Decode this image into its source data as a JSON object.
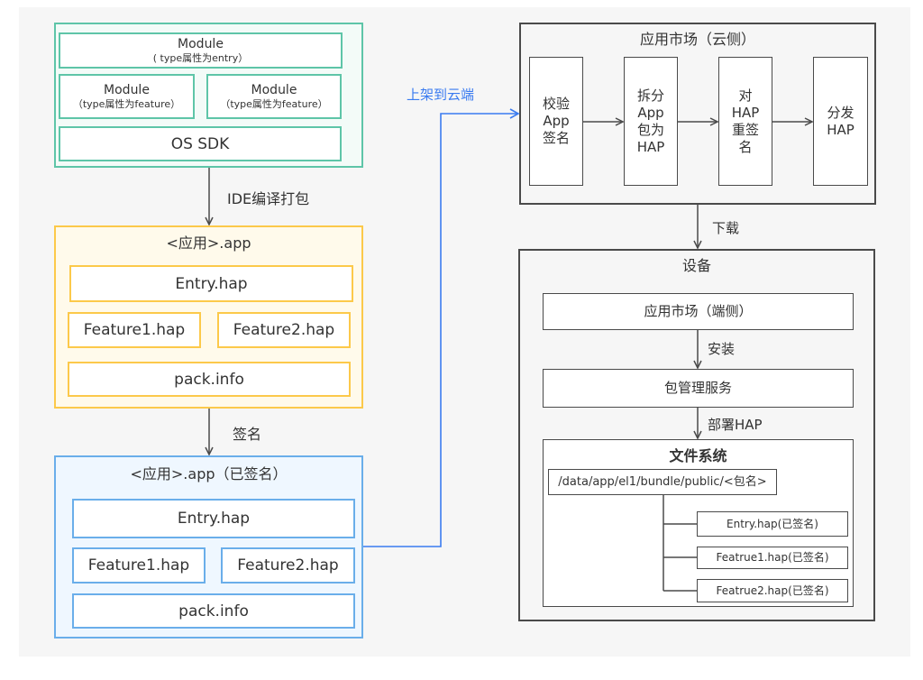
{
  "colors": {
    "green": "#5ec5a8",
    "yellow": "#fcc94a",
    "blue": "#6aaeea",
    "dark": "#4a4a4a",
    "accent": "#3a7bf0",
    "text": "#333333"
  },
  "source_project": {
    "entry_module": {
      "title": "Module",
      "subtitle": "( type属性为entry）"
    },
    "feature_modules": [
      {
        "title": "Module",
        "subtitle": "（type属性为feature）"
      },
      {
        "title": "Module",
        "subtitle": "（type属性为feature）"
      }
    ],
    "sdk": "OS SDK"
  },
  "steps": {
    "compile": "IDE编译打包",
    "sign": "签名",
    "publish": "上架到云端",
    "download": "下载",
    "install": "安装",
    "deploy": "部署HAP"
  },
  "app_package": {
    "title": "<应用>.app",
    "entry": "Entry.hap",
    "feature1": "Feature1.hap",
    "feature2": "Feature2.hap",
    "pack_info": "pack.info"
  },
  "signed_package": {
    "title": "<应用>.app（已签名）",
    "entry": "Entry.hap",
    "feature1": "Feature1.hap",
    "feature2": "Feature2.hap",
    "pack_info": "pack.info"
  },
  "cloud": {
    "title": "应用市场（云侧）",
    "stages": [
      "校验\nApp\n签名",
      "拆分\nApp\n包为\nHAP",
      "对\nHAP\n重签\n名",
      "分发\nHAP"
    ]
  },
  "device": {
    "title": "设备",
    "app_market": "应用市场（端侧）",
    "package_manager": "包管理服务",
    "file_system": {
      "title": "文件系统",
      "path": "/data/app/el1/bundle/public/<包名>",
      "files": [
        "Entry.hap(已签名)",
        "Featrue1.hap(已签名)",
        "Featrue2.hap(已签名)"
      ]
    }
  }
}
